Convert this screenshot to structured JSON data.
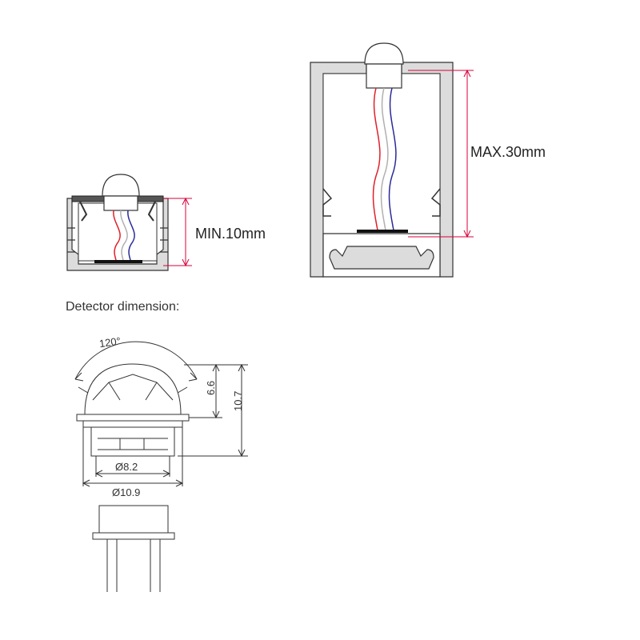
{
  "labels": {
    "min_height": "MIN.10mm",
    "max_height": "MAX.30mm",
    "detector_heading": "Detector dimension:",
    "angle": "120°",
    "dome_height": "6.6",
    "total_height": "10.7",
    "inner_diameter": "Ø8.2",
    "outer_diameter": "Ø10.9"
  },
  "colors": {
    "outline": "#333333",
    "profile_fill": "#dcdcdc",
    "dim_line": "#d9003a",
    "wire_red": "#e0202a",
    "wire_blue": "#2a2a9a",
    "wire_gray": "#b0b0b0",
    "pcb": "#111111"
  }
}
